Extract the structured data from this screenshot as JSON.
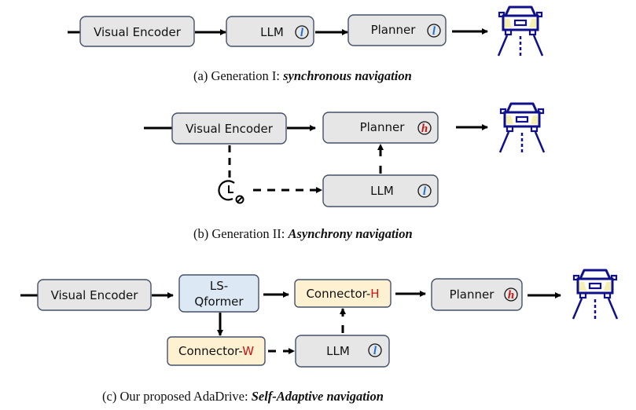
{
  "colors": {
    "box_gray": "#e6e6e6",
    "box_blue": "#dde8f5",
    "box_yellow": "#fdf1d2",
    "box_border": "#44506a",
    "arrow": "#000000",
    "badge_l": "#1a6fd1",
    "badge_h": "#c81414",
    "accent_red": "#c81414",
    "car_stroke": "#10108a",
    "car_light": "#f6f0b0"
  },
  "panels": [
    {
      "id": "a",
      "caption_prefix": "(a) Generation I: ",
      "caption_emphasis": "synchronous navigation",
      "boxes": [
        {
          "id": "a-ve",
          "label": "Visual Encoder",
          "fill": "gray"
        },
        {
          "id": "a-llm",
          "label": "LLM",
          "badge": "l",
          "fill": "gray"
        },
        {
          "id": "a-planner",
          "label": "Planner",
          "badge": "l",
          "fill": "gray"
        }
      ]
    },
    {
      "id": "b",
      "caption_prefix": "(b) Generation II: ",
      "caption_emphasis": "Asynchrony navigation",
      "boxes": [
        {
          "id": "b-ve",
          "label": "Visual Encoder",
          "fill": "gray"
        },
        {
          "id": "b-planner",
          "label": "Planner",
          "badge": "h",
          "fill": "gray"
        },
        {
          "id": "b-llm",
          "label": "LLM",
          "badge": "l",
          "fill": "gray"
        }
      ],
      "icons": [
        "clock-pause-icon"
      ]
    },
    {
      "id": "c",
      "caption_prefix": "(c) Our proposed AdaDrive: ",
      "caption_emphasis": "Self-Adaptive navigation",
      "boxes": [
        {
          "id": "c-ve",
          "label": "Visual Encoder",
          "fill": "gray"
        },
        {
          "id": "c-qformer",
          "label_line1": "LS-",
          "label_line2": "Qformer",
          "fill": "blue"
        },
        {
          "id": "c-conn-h",
          "label": "Connector-",
          "label_accent": "H",
          "fill": "yellow"
        },
        {
          "id": "c-planner",
          "label": "Planner",
          "badge": "h",
          "fill": "gray"
        },
        {
          "id": "c-conn-w",
          "label": "Connector-",
          "label_accent": "W",
          "fill": "yellow"
        },
        {
          "id": "c-llm",
          "label": "LLM",
          "badge": "l",
          "fill": "gray"
        }
      ]
    }
  ],
  "badges": {
    "l": "l",
    "h": "h"
  },
  "car_icon": "car-on-road-icon"
}
